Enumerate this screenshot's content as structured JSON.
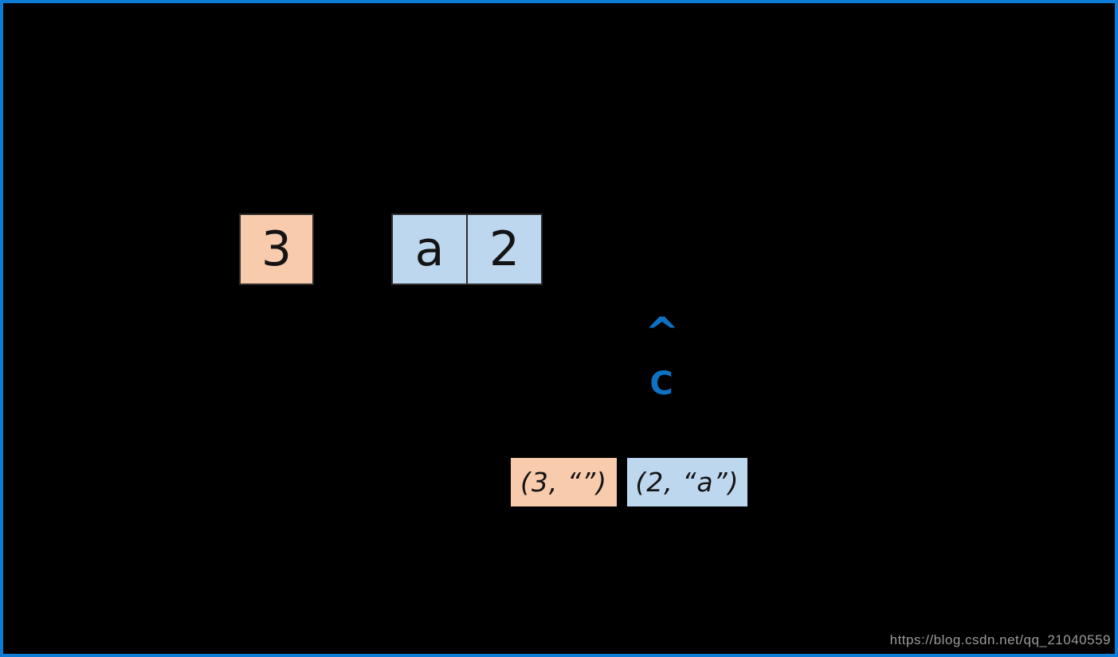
{
  "page": {
    "background": "#000000",
    "frame_color": "#0d7cd6"
  },
  "diagram": {
    "stack_box": {
      "label": "3",
      "fill": "#F8CBAD"
    },
    "pair_box": {
      "fill": "#BDD7EE",
      "cells": [
        {
          "label": "a"
        },
        {
          "label": "2"
        }
      ]
    },
    "symbols": {
      "caret": "^",
      "letter_c": "C",
      "color": "#0d72c4"
    },
    "tuples": [
      {
        "label": "(3, “”)",
        "fill": "#F8CBAD"
      },
      {
        "label": "(2, “a”)",
        "fill": "#BDD7EE"
      }
    ]
  },
  "watermark": {
    "text": "https://blog.csdn.net/qq_21040559",
    "color": "#9b9b9b"
  }
}
